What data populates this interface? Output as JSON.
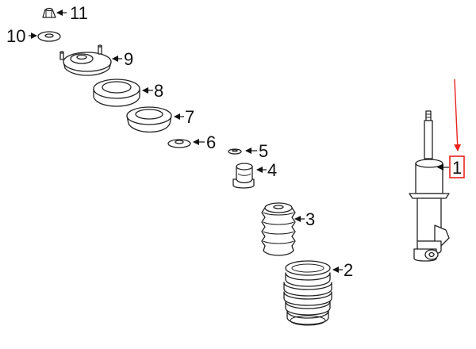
{
  "diagram": {
    "callouts": [
      {
        "id": "1",
        "text": "1"
      },
      {
        "id": "2",
        "text": "2"
      },
      {
        "id": "3",
        "text": "3"
      },
      {
        "id": "4",
        "text": "4"
      },
      {
        "id": "5",
        "text": "5"
      },
      {
        "id": "6",
        "text": "6"
      },
      {
        "id": "7",
        "text": "7"
      },
      {
        "id": "8",
        "text": "8"
      },
      {
        "id": "9",
        "text": "9"
      },
      {
        "id": "10",
        "text": "10"
      },
      {
        "id": "11",
        "text": "11"
      }
    ],
    "highlight": {
      "part": "1",
      "color": "#e8231f"
    }
  }
}
